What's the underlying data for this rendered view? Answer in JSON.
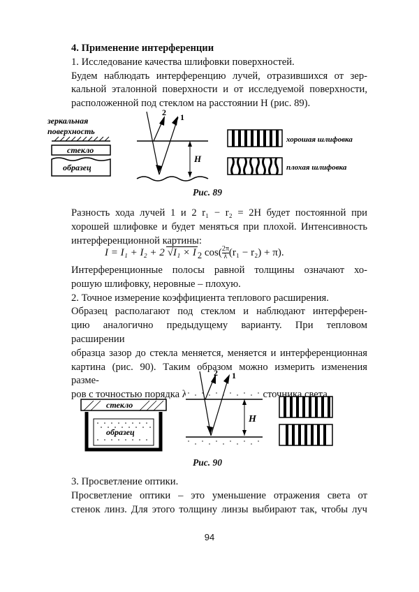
{
  "section": {
    "heading": "4. Применение интерференции",
    "item1": "1. Исследование качества шлифовки поверхностей.",
    "para1_lines": [
      "Будем наблюдать интерференцию лучей, отразившихся от зер-",
      "кальной эталонной поверхности и от исследуемой поверхности,",
      "расположенной под стеклом на расстоянии H (рис. 89)."
    ]
  },
  "fig89": {
    "label_mirror_1": "зеркальная",
    "label_mirror_2": "поверхность",
    "label_glass": "стекло",
    "label_sample": "образец",
    "ray1": "1",
    "ray2": "2",
    "label_H": "H",
    "label_good": "хорошая шлифовка",
    "label_bad": "плохая шлифовка",
    "caption": "Рис. 89"
  },
  "para2_lines": [
    "Разность хода лучей 1 и 2 r₁ − r₂ = 2H будет постоянной при",
    "хорошей шлифовке и будет меняться при плохой. Интенсивность",
    "интерференционной картины:"
  ],
  "formula": {
    "lhs": "I = I₁ + I₂ + 2",
    "radicand": "I₁ × I",
    "sub": "2",
    "cos": "cos(",
    "frac_num": "2π",
    "frac_den": "λ",
    "tail": "(r₁ − r₂) + π)."
  },
  "para3_lines": [
    "Интерференционные полосы равной толщины означают хо-",
    "рошую шлифовку, неровные – плохую."
  ],
  "item2": "2. Точное измерение коэффициента теплового расширения.",
  "para4_lines": [
    "Образец располагают под стеклом и наблюдают интерферен-",
    "цию аналогично предыдущему варианту. При тепловом расширении",
    "образца зазор до стекла меняется, меняется и интерференционная",
    "картина (рис. 90). Таким образом можно измерить изменения разме-",
    "ров с точностью порядка λ – длины волны источника света."
  ],
  "fig90": {
    "label_glass": "стекло",
    "label_sample": "образец",
    "ray1": "1",
    "ray2": "2",
    "label_H": "H",
    "caption": "Рис. 90"
  },
  "item3": "3. Просветление оптики.",
  "para5_lines": [
    "Просветление оптики – это уменьшение отражения света от",
    "стенок линз. Для этого толщину линзы выбирают так, чтобы луч"
  ],
  "page_number": "94"
}
